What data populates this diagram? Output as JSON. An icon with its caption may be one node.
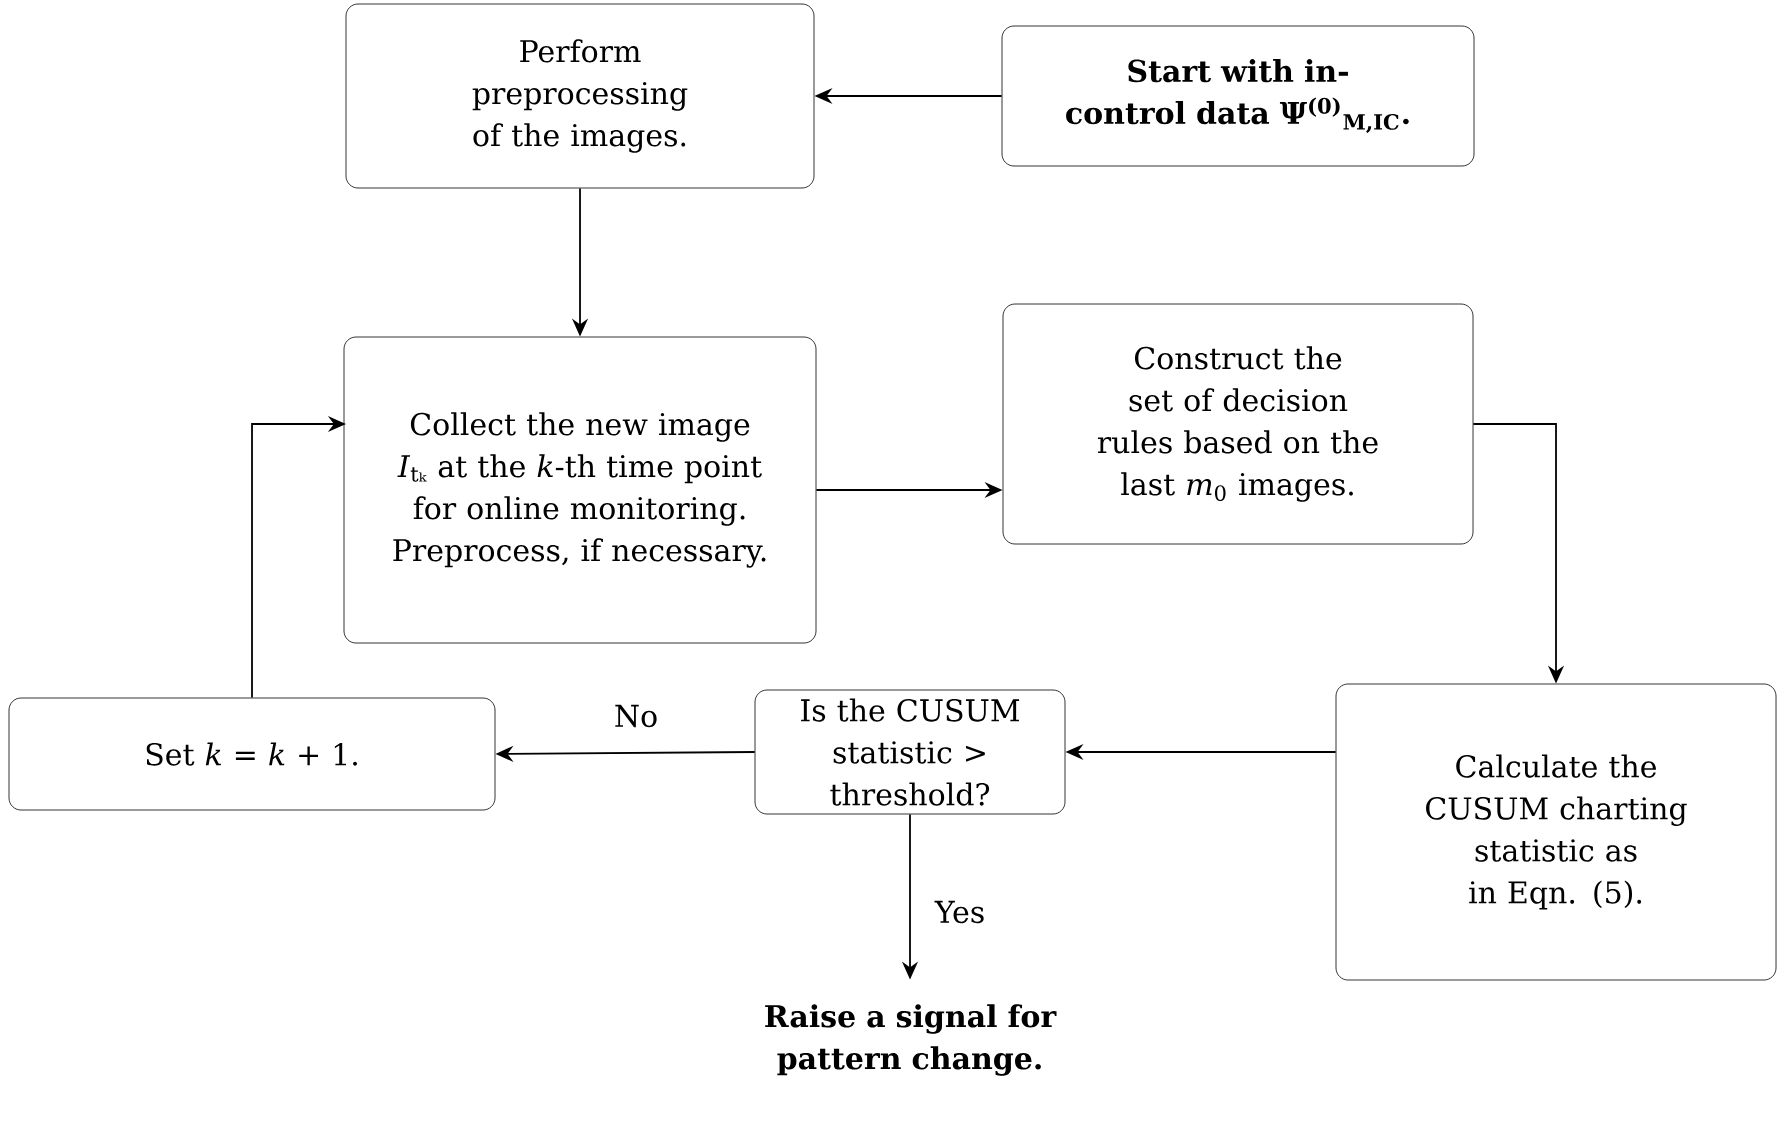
{
  "diagram": {
    "nodes": [
      {
        "text": [
          "Perform preprocessing of the images."
        ]
      },
      {
        "text": [
          "Start with in-control data Ψ$^{(0)}$$_{M,IC}$."
        ]
      },
      {
        "text": [
          "Collect the new image *I*$_{tₖ}$ at the *k*-th time point for online monitoring. Preprocess, if necessary."
        ]
      },
      {
        "text": [
          "Construct the set of decision rules based on the last *m*$_{0}$ images."
        ]
      },
      {
        "text": [
          "Calculate the CUSUM charting statistic as in Eqn. (5)."
        ]
      },
      {
        "text": [
          "Is the CUSUM statistic > threshold?"
        ]
      },
      {
        "text": [
          "Set *k* = *k* + 1."
        ]
      },
      {
        "text": [
          "Raise a signal for pattern change."
        ]
      }
    ],
    "edges": [
      {
        "from": 1,
        "to": 0,
        "arrow": "to"
      },
      {
        "from": 0,
        "to": 2,
        "arrow": "to"
      },
      {
        "from": 2,
        "to": 3,
        "arrow": "to"
      },
      {
        "from": 3,
        "to": 4,
        "arrow": "to"
      },
      {
        "from": 4,
        "to": 5,
        "arrow": "to"
      },
      {
        "from": 5,
        "to": 6,
        "arrow": "to",
        "label": "No"
      },
      {
        "from": 5,
        "to": 7,
        "arrow": "to",
        "label": "Yes"
      },
      {
        "from": 6,
        "to": 2,
        "arrow": "to"
      }
    ]
  }
}
